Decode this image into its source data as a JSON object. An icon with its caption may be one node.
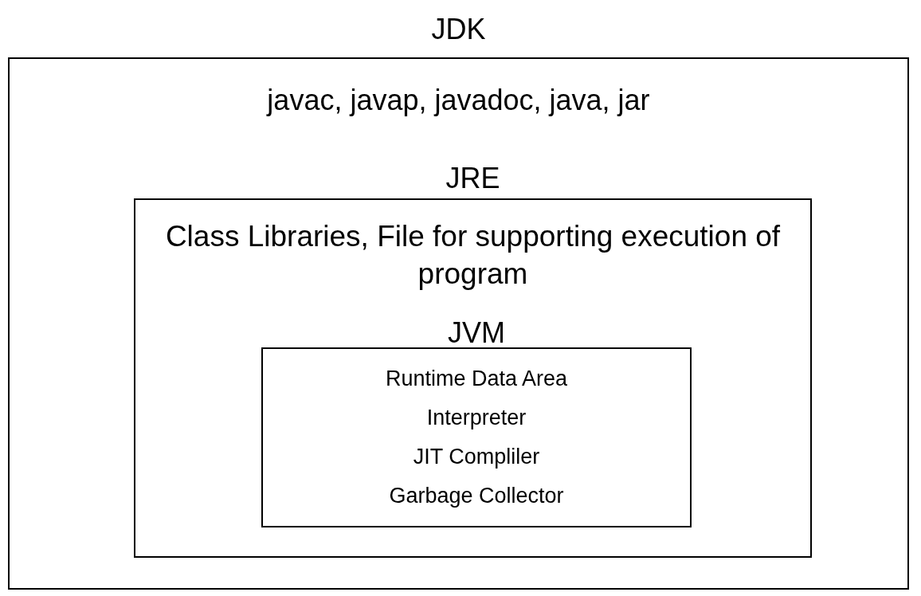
{
  "diagram": {
    "nodes": [
      {
        "text": [
          "JDK",
          "javac, javap, javadoc, java, jar"
        ]
      },
      {
        "text": [
          "JRE",
          "Class Libraries, File for supporting execution of program"
        ],
        "in": 0
      },
      {
        "text": [
          "JVM",
          "Runtime Data Area",
          "Interpreter",
          "JIT Compliler",
          "Garbage Collector"
        ],
        "in": 1
      }
    ]
  }
}
